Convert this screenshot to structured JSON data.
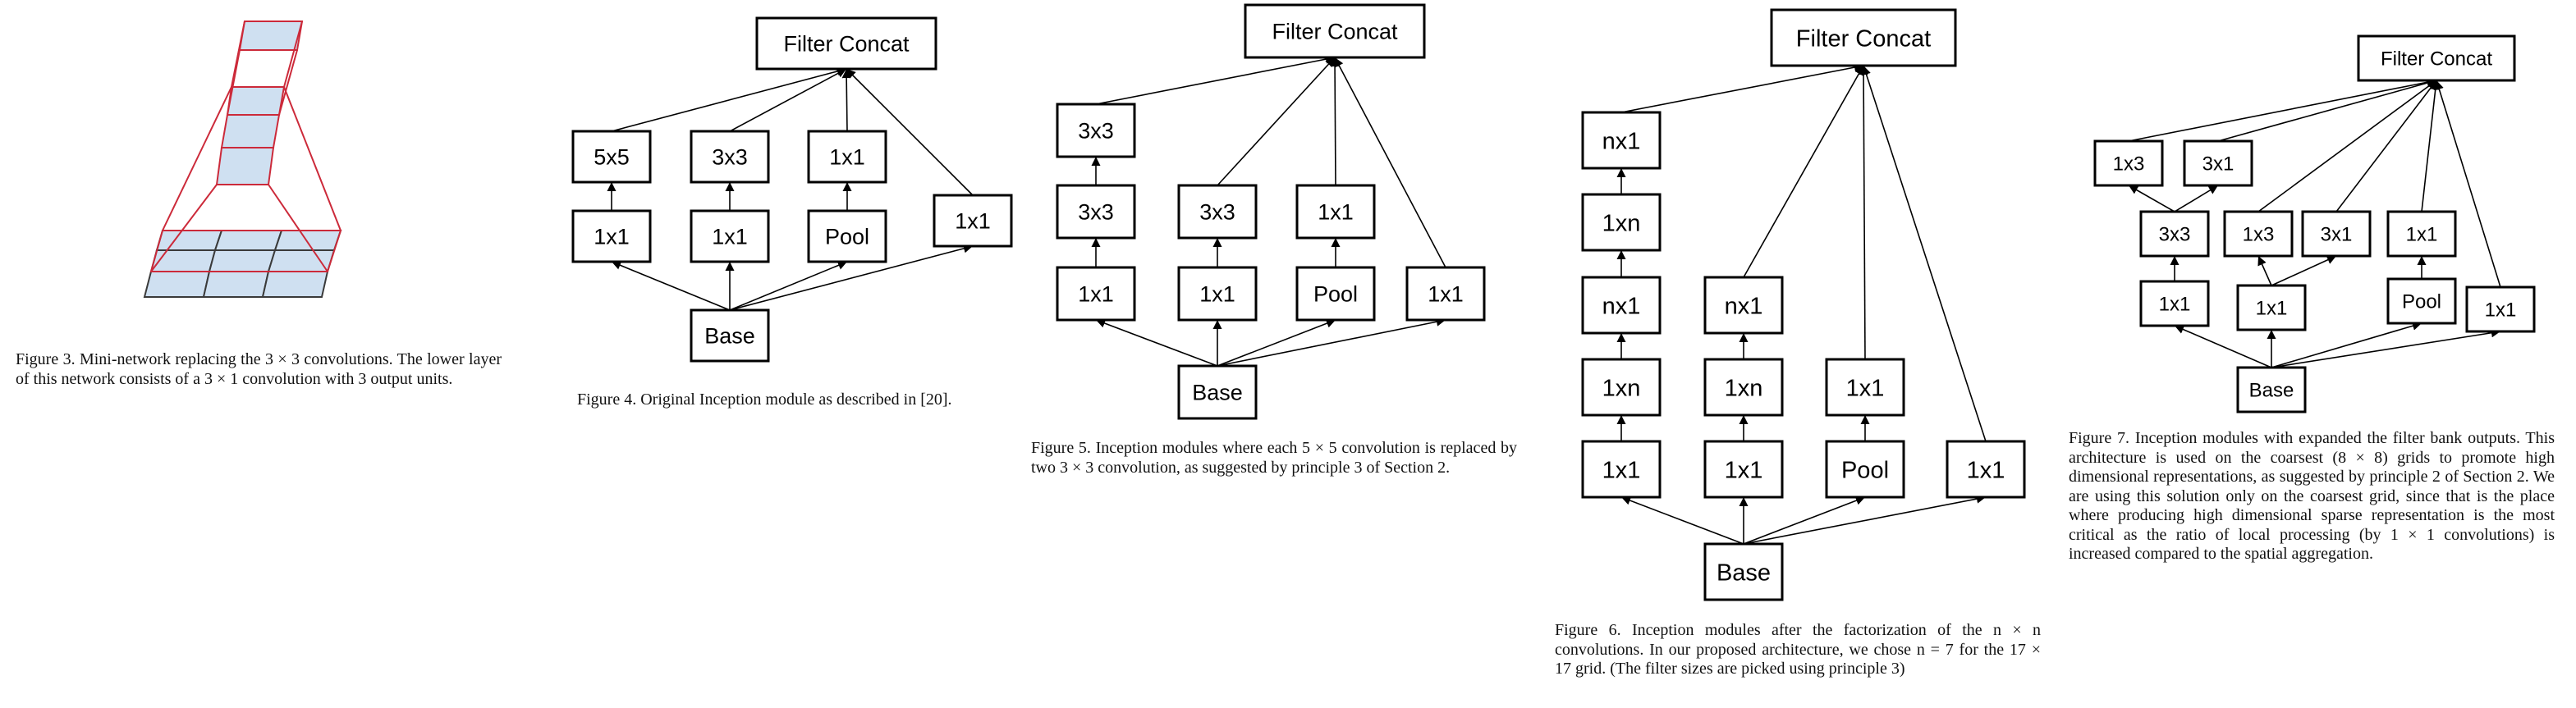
{
  "figures": {
    "fig3": {
      "caption": "Figure 3. Mini-network replacing the 3 × 3 convolutions. The lower layer of this network consists of a 3 × 1 convolution with 3 output units.",
      "colors": {
        "cell_fill": "#cfe0f1",
        "top_outline": "#cc2a3a",
        "bottom_outline": "#3a3a3a"
      }
    },
    "fig4": {
      "caption": "Figure 4. Original Inception module as described in [20].",
      "nodes": {
        "concat": "Filter Concat",
        "conv5": "5x5",
        "conv3": "3x3",
        "conv1_top": "1x1",
        "conv1_right": "1x1",
        "red_a": "1x1",
        "red_b": "1x1",
        "pool": "Pool",
        "base": "Base"
      }
    },
    "fig5": {
      "caption": "Figure 5. Inception modules where each 5 × 5 convolution is replaced by two 3 × 3 convolution, as suggested by principle 3 of Section 2.",
      "nodes": {
        "concat": "Filter Concat",
        "a3": "3x3",
        "a2": "3x3",
        "a1": "1x1",
        "b2": "3x3",
        "b1": "1x1",
        "c2": "1x1",
        "c1": "Pool",
        "d1": "1x1",
        "base": "Base"
      }
    },
    "fig6": {
      "caption": "Figure 6. Inception modules after the factorization of the n × n convolutions. In our proposed architecture, we chose n = 7 for the 17 × 17 grid. (The filter sizes are picked using principle 3)",
      "nodes": {
        "concat": "Filter Concat",
        "a5": "nx1",
        "a4": "1xn",
        "a3": "nx1",
        "a2": "1xn",
        "a1": "1x1",
        "b3": "nx1",
        "b2": "1xn",
        "b1": "1x1",
        "c2": "1x1",
        "c1": "Pool",
        "d1": "1x1",
        "base": "Base"
      }
    },
    "fig7": {
      "caption": "Figure 7. Inception modules with expanded the filter bank outputs. This architecture is used on the coarsest (8 × 8) grids to promote high dimensional representations, as suggested by principle 2 of Section 2. We are using this solution only on the coarsest grid, since that is the place where producing high dimensional sparse representation is the most critical as the ratio of local processing (by 1 × 1 convolutions) is increased compared to the spatial aggregation.",
      "nodes": {
        "concat": "Filter Concat",
        "a_out1": "1x3",
        "a_out2": "3x1",
        "a_mid": "3x3",
        "a_low": "1x1",
        "b_out1": "1x3",
        "b_out2": "3x1",
        "b_low": "1x1",
        "c_top": "1x1",
        "c_low": "Pool",
        "d_low": "1x1",
        "base": "Base"
      }
    }
  }
}
